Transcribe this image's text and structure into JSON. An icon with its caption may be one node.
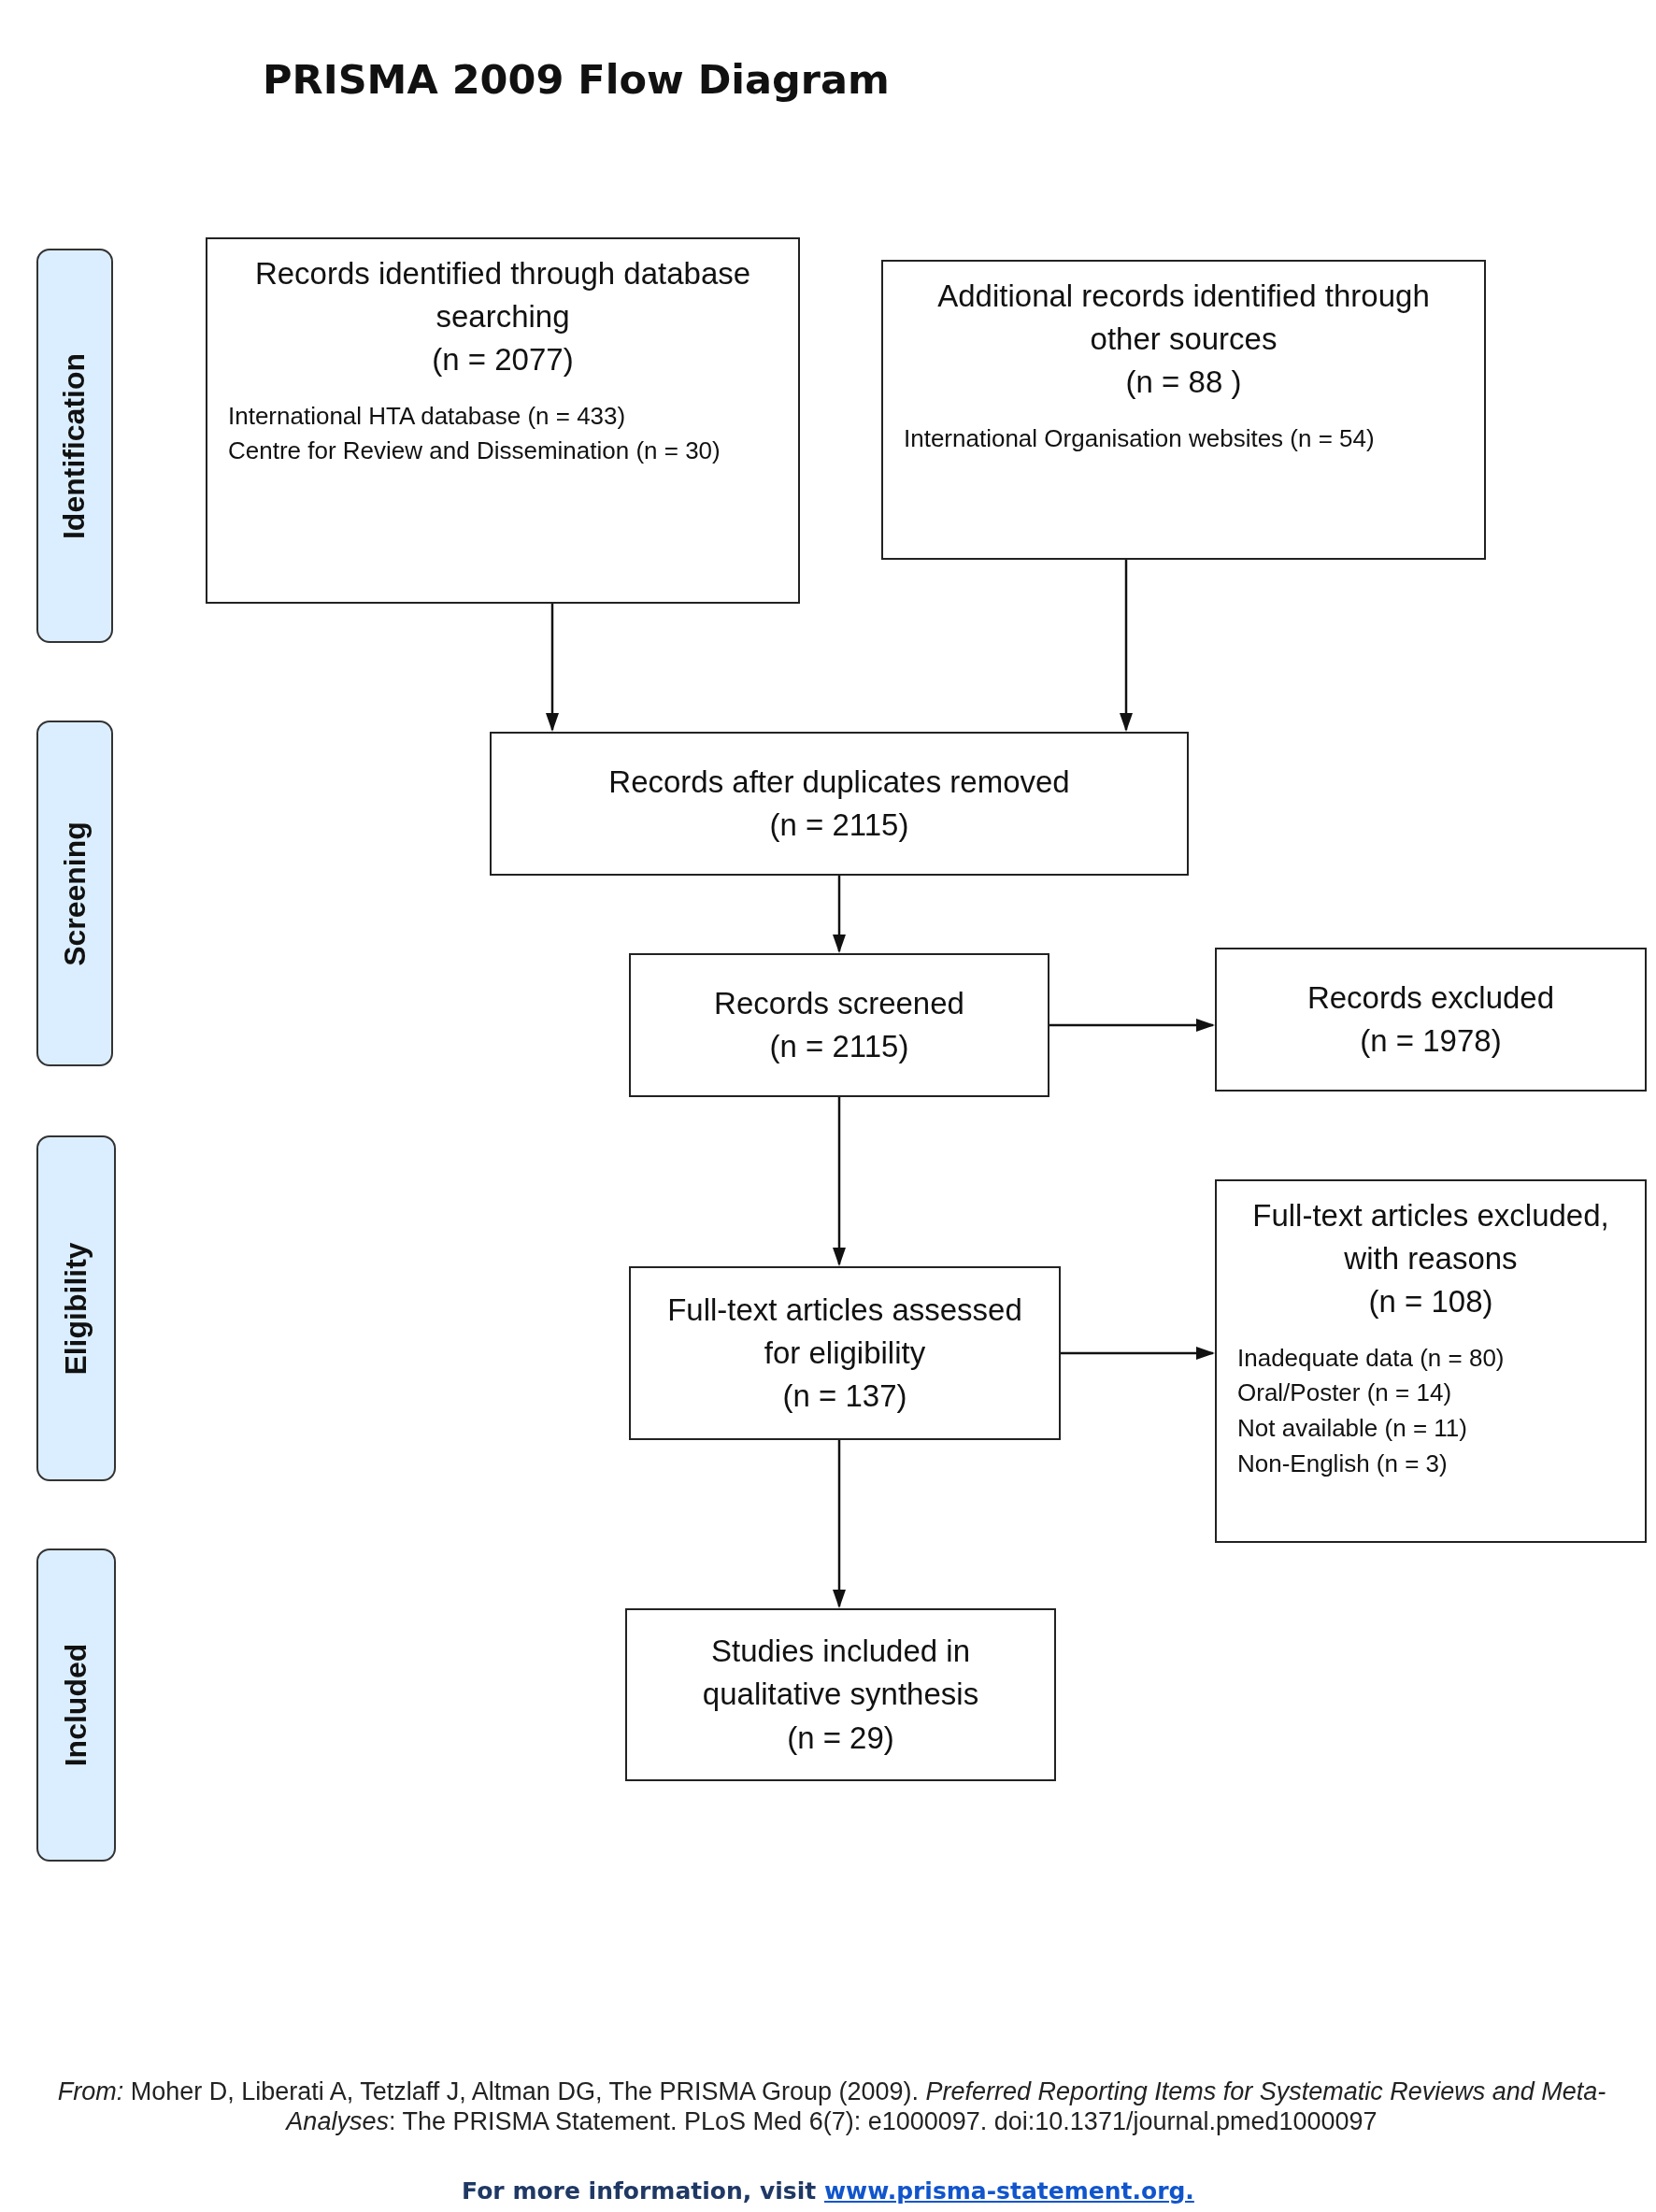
{
  "diagram": {
    "title": "PRISMA 2009 Flow Diagram",
    "nodes": [
      {
        "text": [
          "Identification"
        ]
      },
      {
        "text": [
          "Screening"
        ]
      },
      {
        "text": [
          "Eligibility"
        ]
      },
      {
        "text": [
          "Included"
        ]
      },
      {
        "text": [
          "Records identified through database searching",
          "(n =  2077)",
          "International HTA database (n = 433)",
          "Centre for Review and Dissemination (n = 30)"
        ]
      },
      {
        "text": [
          "Additional records identified through other sources",
          "(n =  88 )",
          "International Organisation websites (n = 54)"
        ]
      },
      {
        "text": [
          "Records after duplicates removed",
          "(n = 2115)"
        ]
      },
      {
        "text": [
          "Records screened",
          "(n = 2115)"
        ]
      },
      {
        "text": [
          "Records excluded",
          "(n = 1978)"
        ]
      },
      {
        "text": [
          "Full-text articles assessed for eligibility",
          "(n = 137)"
        ]
      },
      {
        "text": [
          "Full-text articles excluded, with reasons",
          "(n = 108)",
          "Inadequate data (n = 80)",
          "Oral/Poster (n = 14)",
          "Not available (n = 11)",
          "Non-English (n = 3)"
        ]
      },
      {
        "text": [
          "Studies included in qualitative synthesis",
          "(n = 29)"
        ]
      }
    ],
    "edges": [
      {
        "from": 4,
        "to": 6,
        "arrow": "to"
      },
      {
        "from": 5,
        "to": 6,
        "arrow": "to"
      },
      {
        "from": 6,
        "to": 7,
        "arrow": "to"
      },
      {
        "from": 7,
        "to": 8,
        "arrow": "to"
      },
      {
        "from": 7,
        "to": 9,
        "arrow": "to"
      },
      {
        "from": 9,
        "to": 10,
        "arrow": "to"
      },
      {
        "from": 9,
        "to": 11,
        "arrow": "to"
      }
    ],
    "labels": [
      "*From:*  Moher D, Liberati A, Tetzlaff J, Altman DG, The PRISMA Group (2009). *Preferred Reporting Items for Systematic Reviews and Meta-Analyses*: The PRISMA Statement. PLoS Med 6(7): e1000097. doi:10.1371/journal.pmed1000097",
      "For more information, visit",
      "www.prisma-statement.org."
    ]
  }
}
